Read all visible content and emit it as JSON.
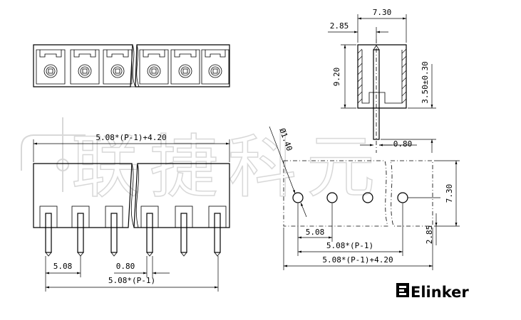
{
  "dimensions": {
    "overall_length": "5.08*(P-1)+4.20",
    "pitch": "5.08",
    "pin_width": "0.80",
    "span": "5.08*(P-1)",
    "side_width": "7.30",
    "side_offset": "2.85",
    "height": "9.20",
    "pin_length": "3.50±0.30",
    "pin_thickness": "0.80",
    "hole_dia": "Ø1.40",
    "pcb_height": "7.30",
    "pcb_offset": "2.85",
    "pcb_pitch": "5.08",
    "pcb_span": "5.08*(P-1)",
    "pcb_total": "5.08*(P-1)+4.20"
  },
  "brand": {
    "logo_text": "Elinker"
  },
  "watermark": {
    "text": "联捷科元"
  },
  "colors": {
    "line": "#000000",
    "background": "#ffffff",
    "watermark": "#d8d8d8"
  }
}
